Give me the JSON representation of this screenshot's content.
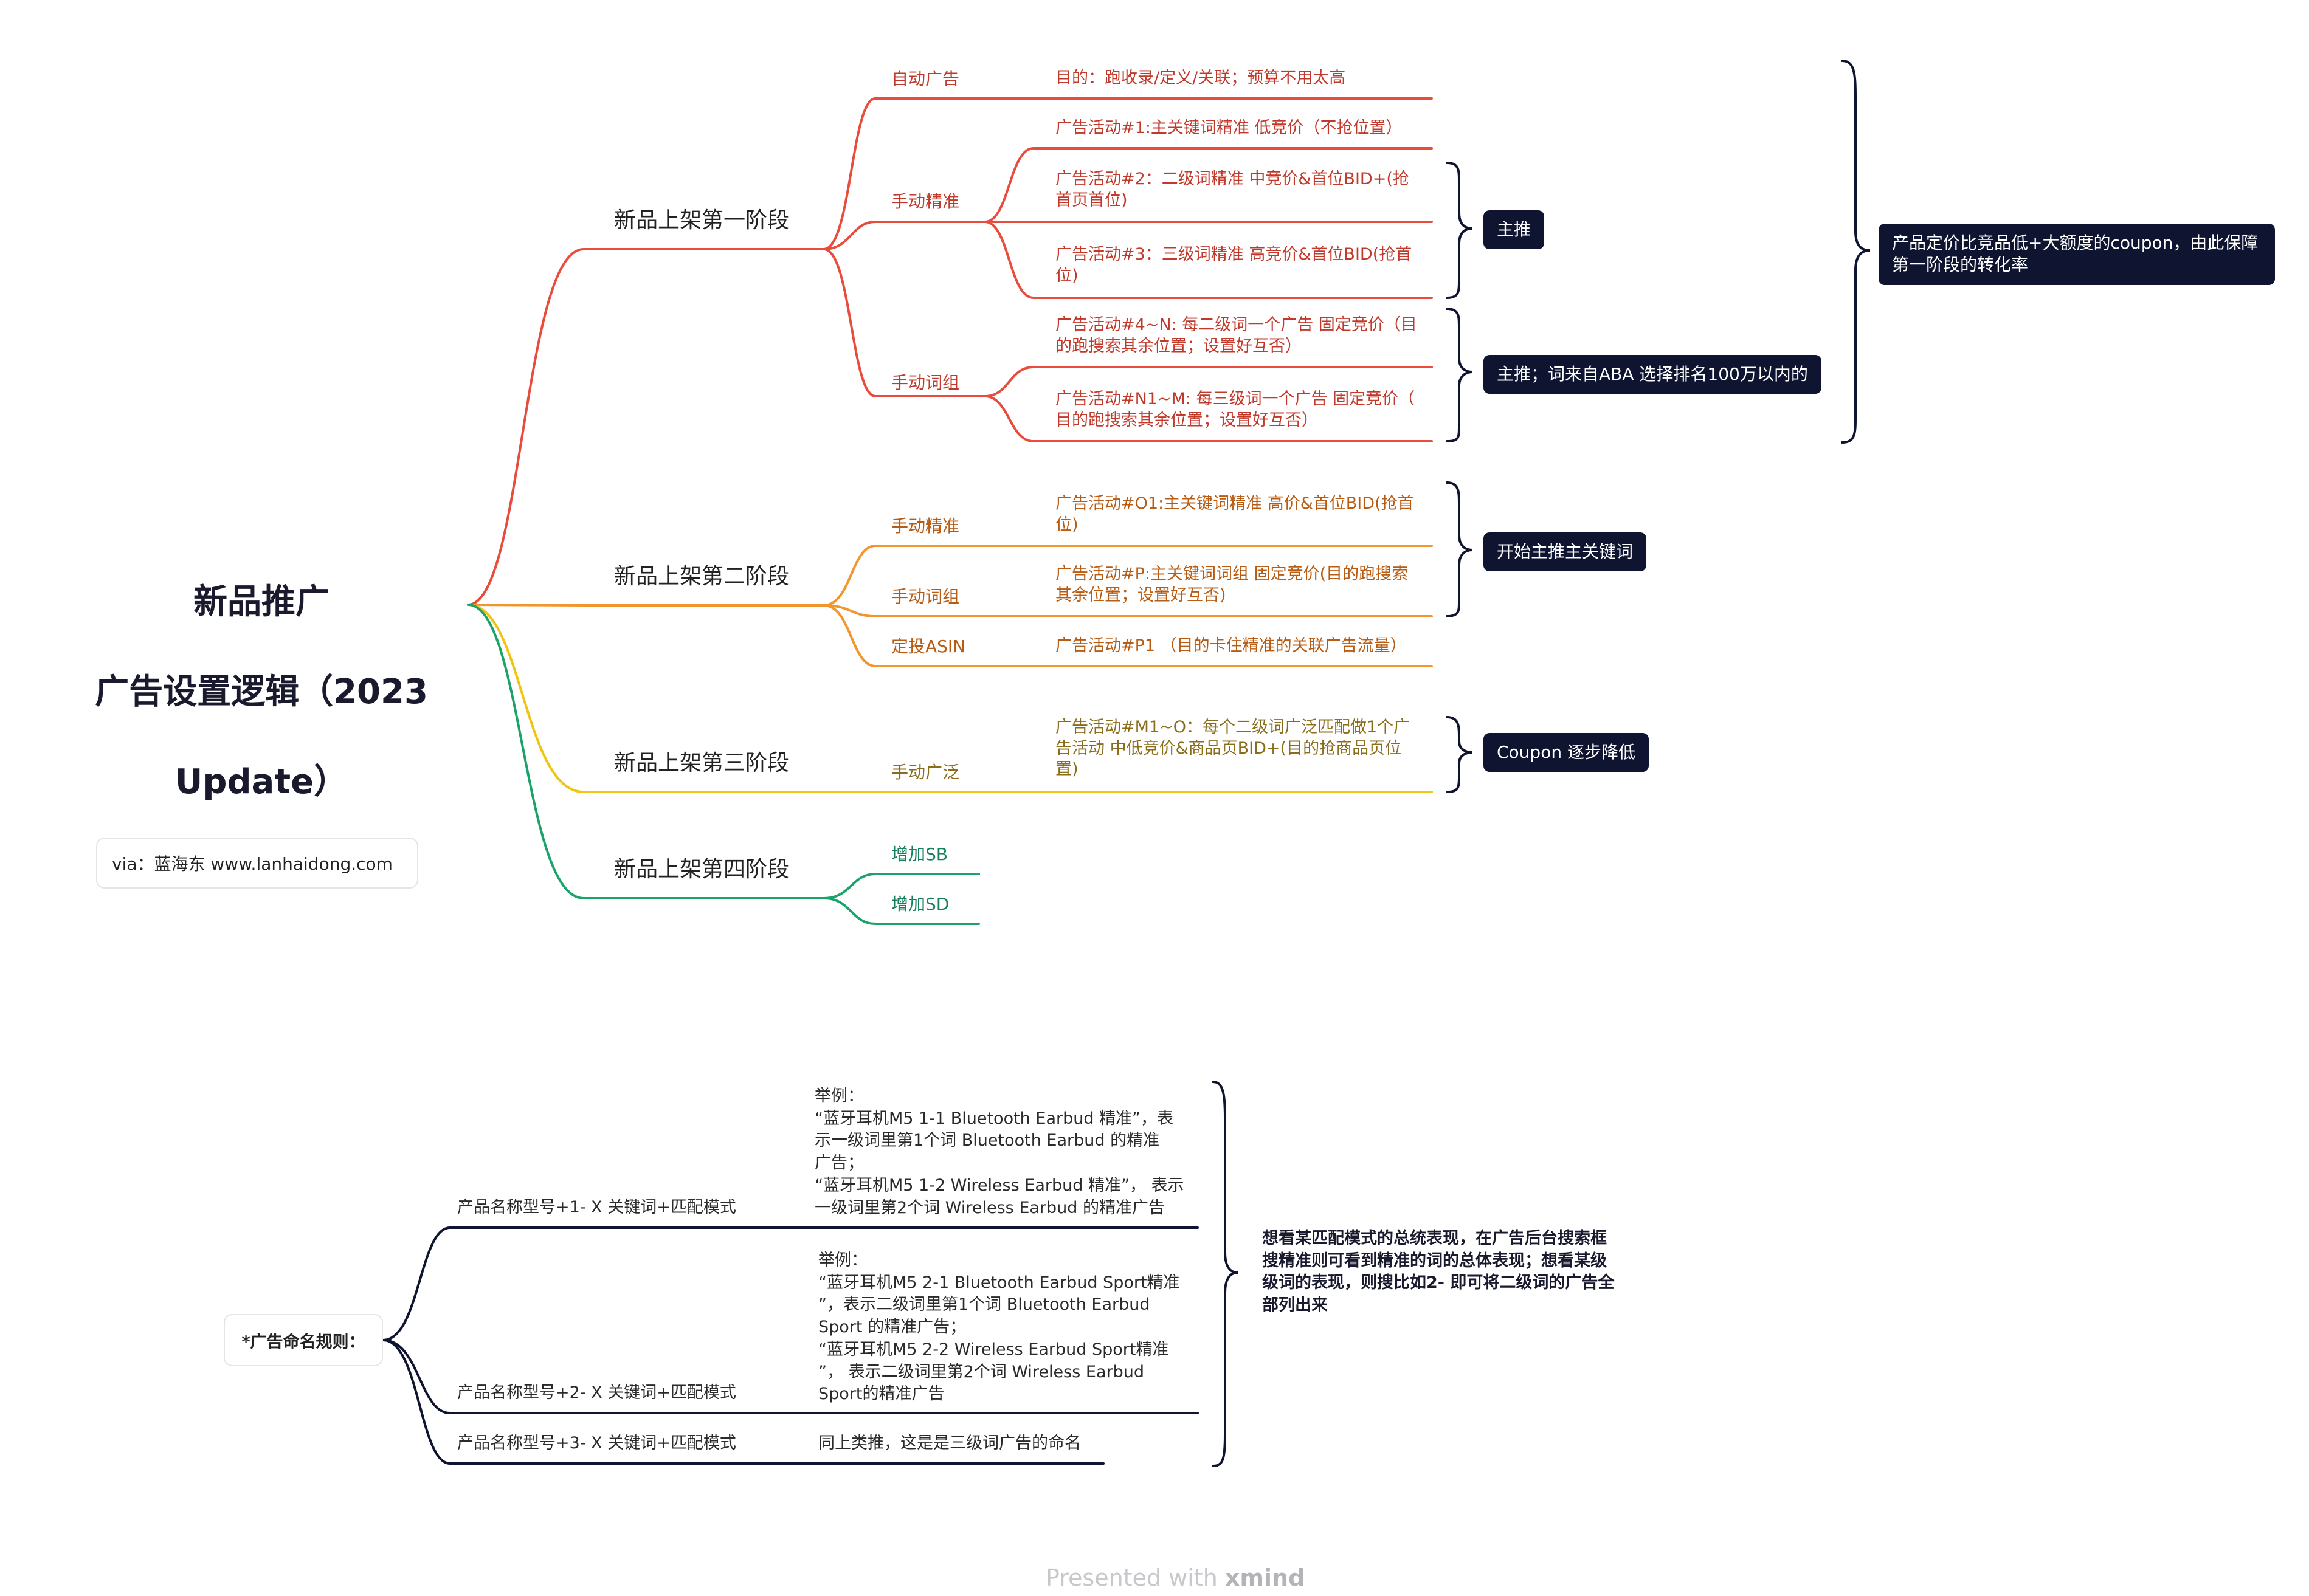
{
  "root": {
    "line1": "新品推广",
    "line2": "广告设置逻辑（2023",
    "line3": "Update）"
  },
  "colors": {
    "stage1": "#e74c3c",
    "stage2": "#f0962d",
    "stage3": "#f1c40f",
    "stage4": "#1aa36b",
    "navy": "#0f1530"
  },
  "stages": [
    {
      "label": "新品上架第一阶段",
      "branches": [
        {
          "label": "自动广告",
          "leaves": [
            "目的：跑收录/定义/关联；预算不用太高"
          ]
        },
        {
          "label": "手动精准",
          "leaves": [
            "广告活动#1:主关键词精准 低竞价（不抢位置）",
            "广告活动#2：二级词精准 中竞价&首位BID+(抢\n首页首位)",
            "广告活动#3：三级词精准 高竞价&首位BID(抢首\n位)"
          ]
        },
        {
          "label": "手动词组",
          "leaves": [
            "广告活动#4~N: 每二级词一个广告 固定竞价（目\n的跑搜索其余位置；设置好互否）",
            "广告活动#N1~M: 每三级词一个广告 固定竞价（\n目的跑搜索其余位置；设置好互否）"
          ]
        }
      ],
      "notes": [
        "主推",
        "主推；词来自ABA 选择排名100万以内的"
      ],
      "summary": "产品定价比竞品低+大额度的coupon，由此保障\n第一阶段的转化率"
    },
    {
      "label": "新品上架第二阶段",
      "branches": [
        {
          "label": "手动精准",
          "leaves": [
            "广告活动#O1:主关键词精准 高价&首位BID(抢首\n位)"
          ]
        },
        {
          "label": "手动词组",
          "leaves": [
            "广告活动#P:主关键词词组 固定竞价(目的跑搜索\n其余位置；设置好互否)"
          ]
        },
        {
          "label": "定投ASIN",
          "leaves": [
            "广告活动#P1 （目的卡住精准的关联广告流量）"
          ]
        }
      ],
      "notes": [
        "开始主推主关键词"
      ]
    },
    {
      "label": "新品上架第三阶段",
      "branches": [
        {
          "label": "手动广泛",
          "leaves": [
            "广告活动#M1~O：每个二级词广泛匹配做1个广\n告活动 中低竞价&商品页BID+(目的抢商品页位\n置)"
          ]
        }
      ],
      "notes": [
        "Coupon 逐步降低"
      ]
    },
    {
      "label": "新品上架第四阶段",
      "branches": [
        {
          "label": "增加SB"
        },
        {
          "label": "增加SD"
        }
      ]
    }
  ],
  "via": "via：蓝海东 www.lanhaidong.com",
  "naming": {
    "title": "*广告命名规则：",
    "rows": [
      {
        "label": "产品名称型号+1- X 关键词+匹配模式",
        "example": "举例：\n“蓝牙耳机M5 1-1 Bluetooth Earbud 精准”，表\n示一级词里第1个词 Bluetooth Earbud 的精准\n广告；\n“蓝牙耳机M5 1-2 Wireless Earbud 精准”， 表示\n一级词里第2个词 Wireless  Earbud 的精准广告"
      },
      {
        "label": "产品名称型号+2- X 关键词+匹配模式",
        "example": "举例：\n“蓝牙耳机M5 2-1 Bluetooth Earbud Sport精准\n”，表示二级词里第1个词 Bluetooth Earbud\nSport 的精准广告；\n“蓝牙耳机M5 2-2 Wireless Earbud Sport精准\n”， 表示二级词里第2个词 Wireless  Earbud\nSport的精准广告"
      },
      {
        "label": "产品名称型号+3- X 关键词+匹配模式",
        "example": "同上类推，这是是三级词广告的命名"
      }
    ],
    "summary": "想看某匹配模式的总统表现，在广告后台搜索框\n搜精准则可看到精准的词的总体表现；想看某级\n级词的表现，则搜比如2- 即可将二级词的广告全\n部列出来"
  },
  "footer": {
    "prefix": "Presented with ",
    "brand": "xmind"
  }
}
